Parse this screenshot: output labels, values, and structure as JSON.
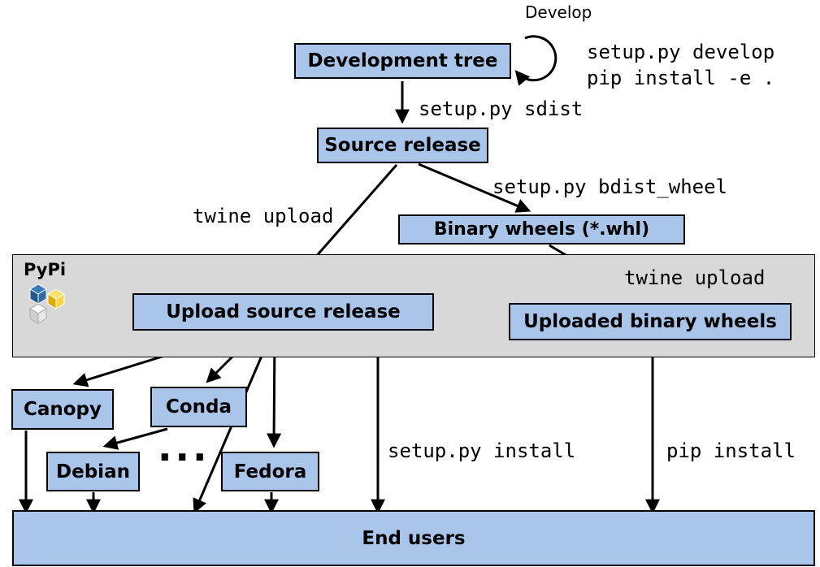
{
  "colors": {
    "node_fill": "#a9c6ea",
    "band_fill": "#d8d8d8",
    "arrow": "#000000",
    "logo_blue": "#2e6da4",
    "logo_yellow": "#ffd343"
  },
  "nodes": {
    "development_tree": "Development tree",
    "source_release": "Source release",
    "binary_wheels": "Binary wheels (*.whl)",
    "upload_source_release": "Upload source release",
    "uploaded_binary_wheels": "Uploaded binary wheels",
    "canopy": "Canopy",
    "conda": "Conda",
    "debian": "Debian",
    "fedora": "Fedora",
    "end_users": "End users"
  },
  "labels": {
    "develop": "Develop",
    "setup_py_develop": "setup.py develop",
    "pip_install_e": "pip install -e .",
    "setup_py_sdist": "setup.py sdist",
    "setup_py_bdist_wheel": "setup.py bdist_wheel",
    "twine_upload_source": "twine upload",
    "twine_upload_wheels": "twine upload",
    "setup_py_install": "setup.py install",
    "pip_install": "pip install",
    "pypi": "PyPi",
    "ellipsis": "..."
  }
}
